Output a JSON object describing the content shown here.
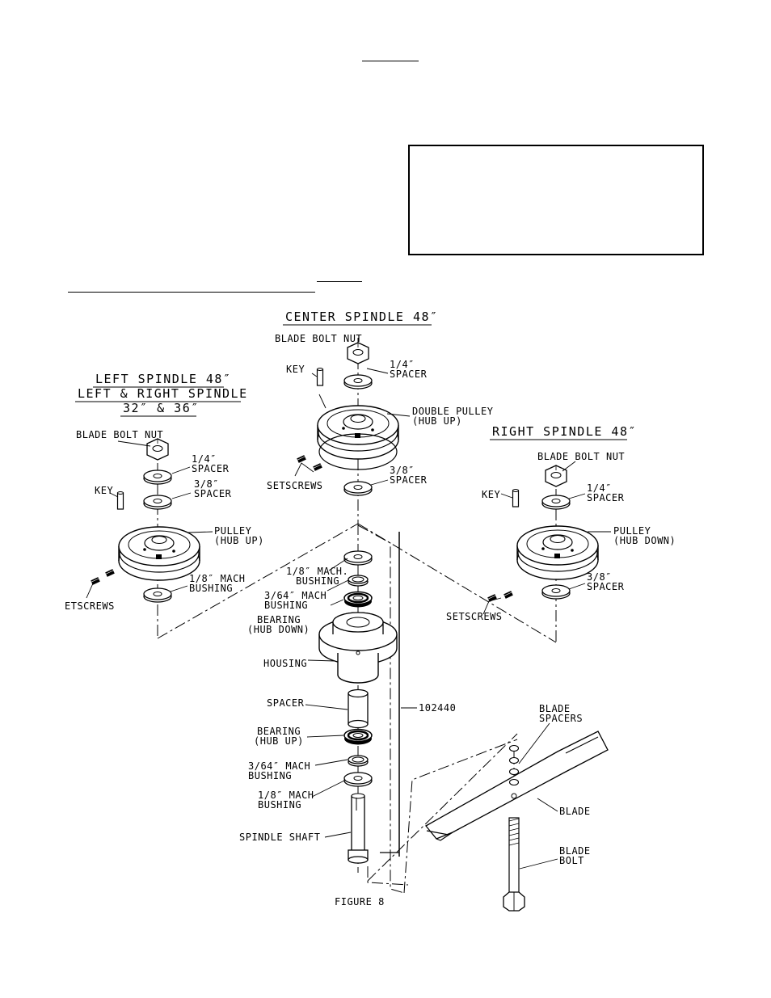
{
  "diagram": {
    "titles": {
      "center": "CENTER SPINDLE 48″",
      "left_line1": "LEFT SPINDLE 48″",
      "left_line2": "LEFT & RIGHT SPINDLE",
      "left_line3": "32″ & 36″",
      "right": "RIGHT SPINDLE 48″"
    },
    "center": {
      "blade_bolt_nut": "BLADE BOLT NUT",
      "key": "KEY",
      "spacer_1_4": [
        "1/4″",
        "SPACER"
      ],
      "double_pulley": [
        "DOUBLE PULLEY",
        "(HUB UP)"
      ],
      "setscrews": "SETSCREWS",
      "spacer_3_8": [
        "3/8″",
        "SPACER"
      ],
      "mach_bushing_1_8_top": [
        "1/8″ MACH.",
        "BUSHING"
      ],
      "mach_bushing_3_64_top": [
        "3/64″ MACH",
        "BUSHING"
      ],
      "bearing_top": [
        "BEARING",
        "(HUB DOWN)"
      ],
      "housing": "HOUSING",
      "spacer": "SPACER",
      "part_number": "102440",
      "bearing_bottom": [
        "BEARING",
        "(HUB UP)"
      ],
      "mach_bushing_3_64_bottom": [
        "3/64″ MACH",
        "BUSHING"
      ],
      "mach_bushing_1_8_bottom": [
        "1/8″ MACH",
        "BUSHING"
      ],
      "spindle_shaft": "SPINDLE SHAFT",
      "figure": "FIGURE 8"
    },
    "left": {
      "blade_bolt_nut": "BLADE BOLT NUT",
      "spacer_1_4": [
        "1/4″",
        "SPACER"
      ],
      "spacer_3_8": [
        "3/8″",
        "SPACER"
      ],
      "key": "KEY",
      "pulley": [
        "PULLEY",
        "(HUB UP)"
      ],
      "mach_bushing": [
        "1/8″ MACH",
        "BUSHING"
      ],
      "setscrews": "ETSCREWS"
    },
    "right": {
      "blade_bolt_nut": "BLADE BOLT NUT",
      "key": "KEY",
      "spacer_1_4": [
        "1/4″",
        "SPACER"
      ],
      "pulley": [
        "PULLEY",
        "(HUB DOWN)"
      ],
      "spacer_3_8": [
        "3/8″",
        "SPACER"
      ],
      "setscrews": "SETSCREWS"
    },
    "blade": {
      "blade_spacers": [
        "BLADE",
        "SPACERS"
      ],
      "blade": "BLADE",
      "blade_bolt": [
        "BLADE",
        "BOLT"
      ]
    }
  }
}
